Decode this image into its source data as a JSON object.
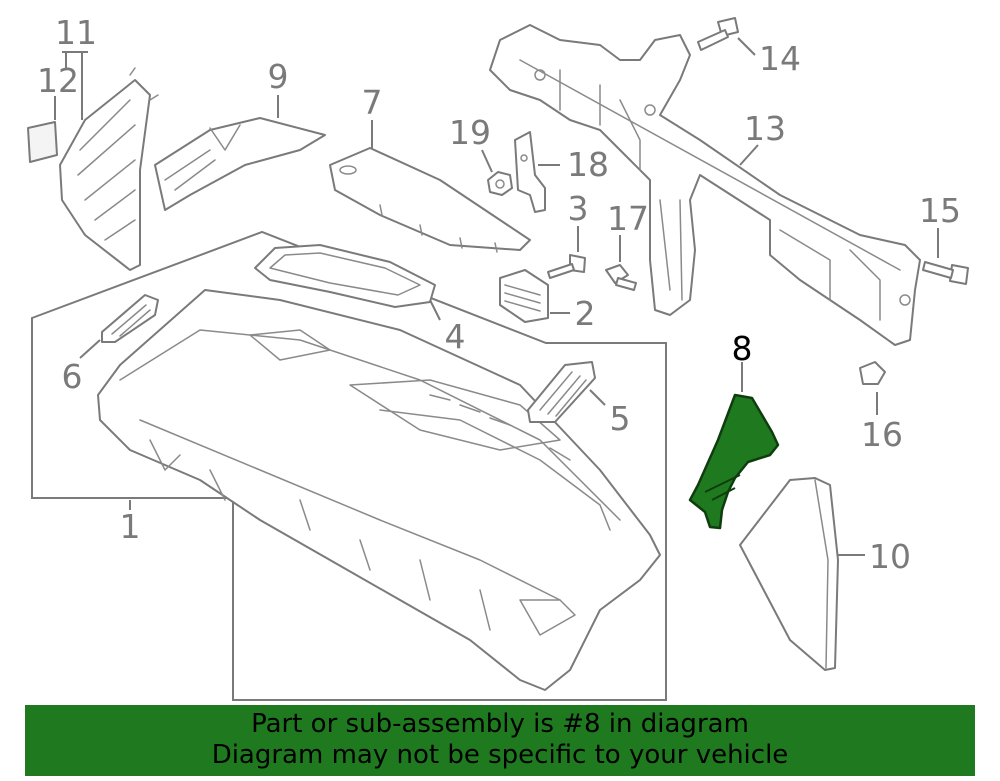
{
  "diagram": {
    "callouts": {
      "c1": "1",
      "c2": "2",
      "c3": "3",
      "c4": "4",
      "c5": "5",
      "c6": "6",
      "c7": "7",
      "c8": "8",
      "c9": "9",
      "c10": "10",
      "c11": "11",
      "c12": "12",
      "c13": "13",
      "c14": "14",
      "c15": "15",
      "c16": "16",
      "c17": "17",
      "c18": "18",
      "c19": "19"
    },
    "highlighted_part": "8",
    "highlight_color": "#1f7a1f"
  },
  "banner": {
    "line1": "Part or sub-assembly is #8 in diagram",
    "line2": "Diagram may not be specific to your vehicle"
  }
}
